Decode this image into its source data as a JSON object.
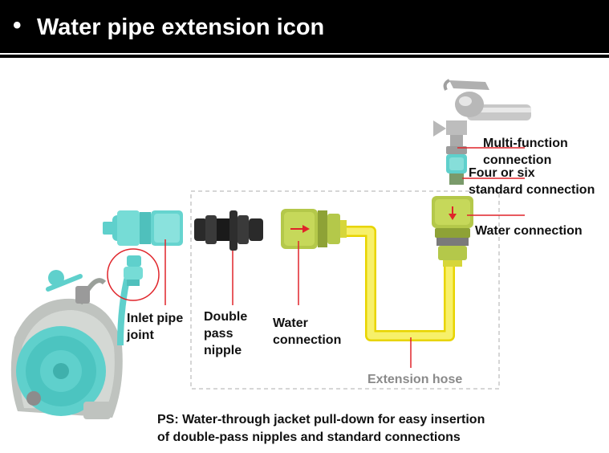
{
  "header": {
    "bullet": "•",
    "title": "Water pipe extension icon"
  },
  "labels": {
    "multi_function_line1": "Multi-function",
    "multi_function_line2": "connection",
    "four_or_six_line1": "Four or six",
    "four_or_six_line2": "standard connection",
    "water_connection_right": "Water connection",
    "inlet_line1": "Inlet pipe",
    "inlet_line2": "joint",
    "double_line1": "Double",
    "double_line2": "pass",
    "double_line3": "nipple",
    "water_line1": "Water",
    "water_line2": "connection",
    "extension_hose": "Extension hose"
  },
  "note": {
    "line1": "PS: Water-through jacket pull-down for easy insertion",
    "line2": "of double-pass nipples and standard connections"
  },
  "colors": {
    "header_bg": "#000000",
    "connector_green": "#b4c84a",
    "teal": "#5fd0cc",
    "hose_yellow": "#f5ea4a",
    "pointer_red": "#e0242a",
    "dash_gray": "#c8c8c8"
  }
}
